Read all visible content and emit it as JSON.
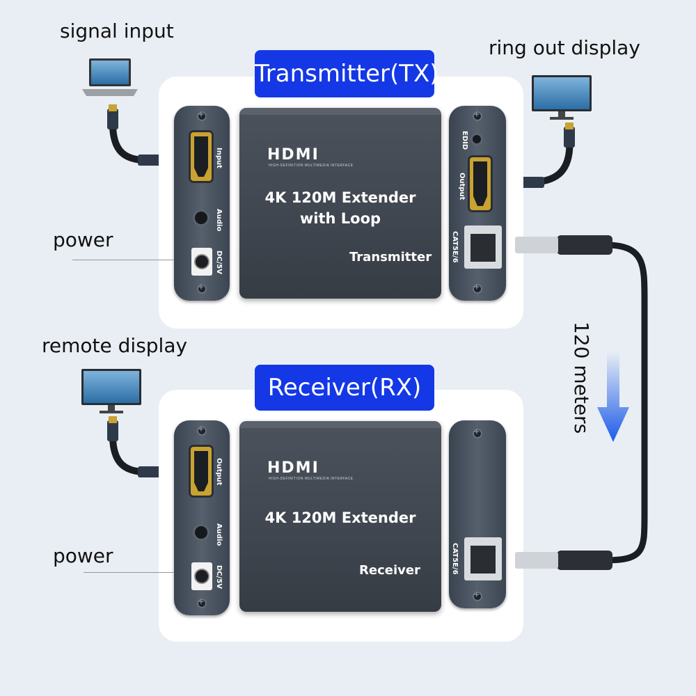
{
  "labels": {
    "signal_input": "signal input",
    "ring_out_display": "ring out display",
    "power_tx": "power",
    "remote_display": "remote display",
    "power_rx": "power",
    "distance": "120 meters"
  },
  "transmitter": {
    "title": "Transmitter(TX)",
    "brand": "HDMI",
    "brand_sub": "HIGH-DEFINITION MULTIMEDIA INTERFACE",
    "product_line1": "4K 120M Extender",
    "product_line2": "with Loop",
    "role": "Transmitter",
    "left_ports": {
      "input": "Input",
      "audio": "Audio",
      "dc": "DC/5V"
    },
    "right_ports": {
      "edid": "EDID",
      "output": "Output",
      "cat": "CAT5E/6"
    }
  },
  "receiver": {
    "title": "Receiver(RX)",
    "brand": "HDMI",
    "brand_sub": "HIGH-DEFINITION MULTIMEDIA INTERFACE",
    "product_line1": "4K 120M Extender",
    "role": "Receiver",
    "left_ports": {
      "output": "Output",
      "audio": "Audio",
      "dc": "DC/5V"
    },
    "right_ports": {
      "cat": "CAT5E/6"
    }
  },
  "colors": {
    "title_bg": "#1438e6",
    "arrow": "#1c5be8",
    "device": "#454c55",
    "background": "#e9eef4"
  }
}
